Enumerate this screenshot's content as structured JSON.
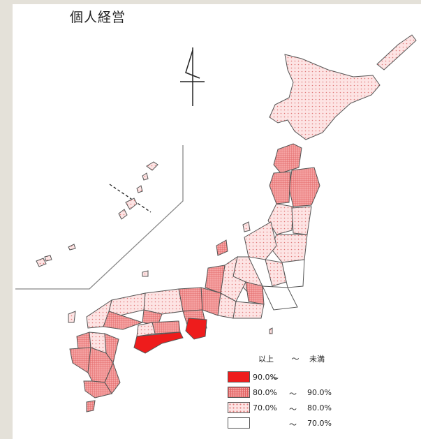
{
  "title": "個人経営",
  "colors": {
    "c0": "#ee1c1c",
    "c1": "#f2a0a0",
    "c2": "#fde4e4",
    "c3": "#ffffff",
    "outline": "#555555"
  },
  "legend": {
    "header_from": "以上",
    "header_tilde": "～",
    "header_to": "未満",
    "rows": [
      {
        "from": "90.0%",
        "tilde": "～",
        "to": "",
        "swatch": "solid-red"
      },
      {
        "from": "80.0%",
        "tilde": "～",
        "to": "90.0%",
        "swatch": "red-grid"
      },
      {
        "from": "70.0%",
        "tilde": "～",
        "to": "80.0%",
        "swatch": "pink-dots"
      },
      {
        "from": "",
        "tilde": "～",
        "to": "70.0%",
        "swatch": "white"
      }
    ]
  },
  "icons": [
    "north-arrow-icon"
  ]
}
